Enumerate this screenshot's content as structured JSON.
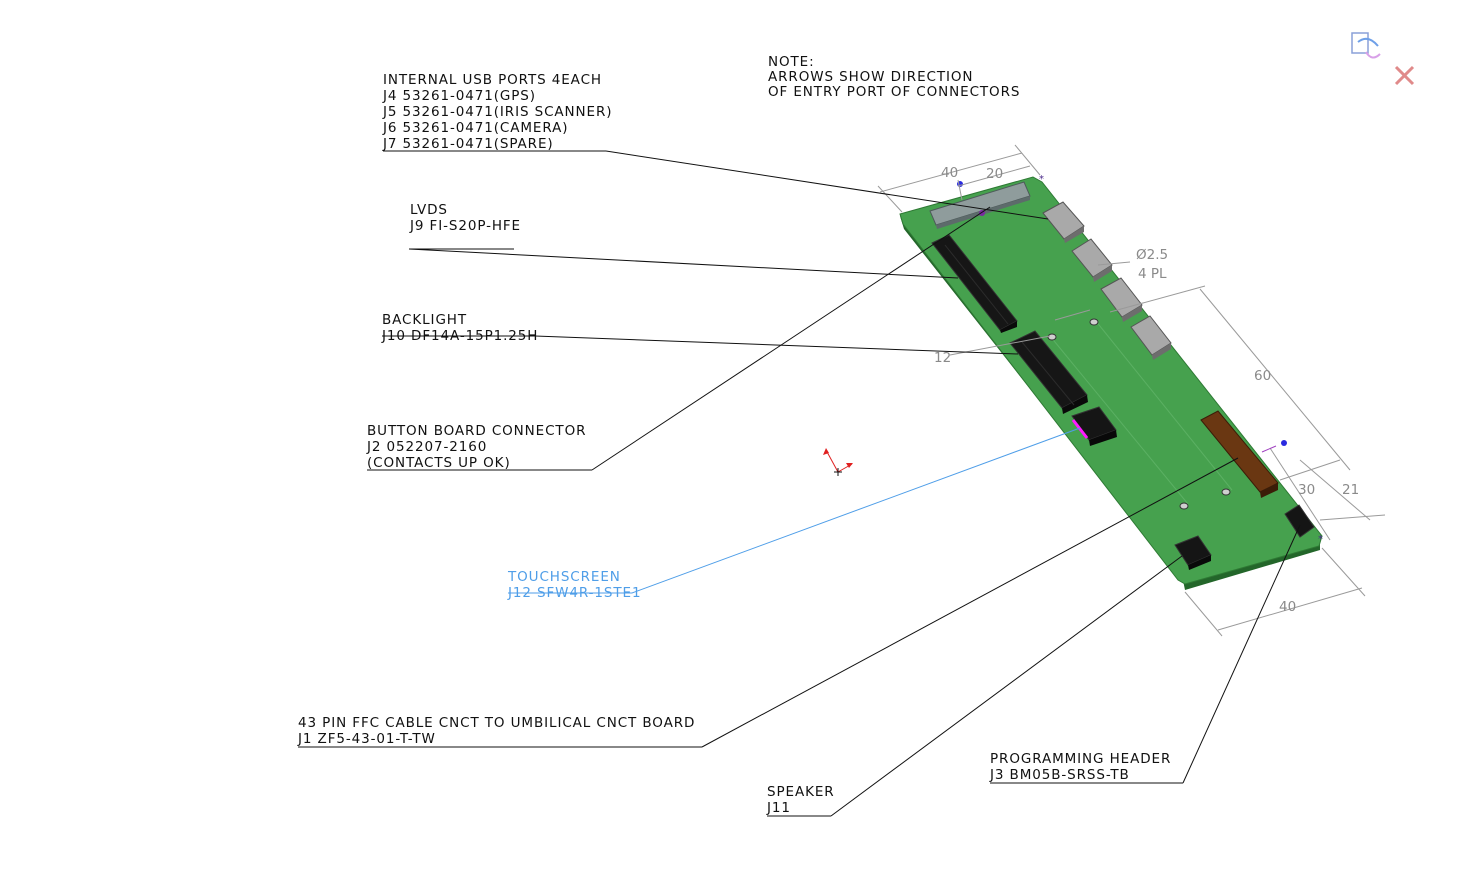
{
  "colors": {
    "board": "#46a14e",
    "board_edge": "#2e7a34",
    "board_shadow": "#23662a",
    "connector_dark": "#151515",
    "connector_gray": "#a9a9a9",
    "connector_brown": "#6a3712",
    "touchscreen_label": "#4f9ee8",
    "dimension": "#8a8a8a"
  },
  "note": {
    "lines": [
      "NOTE:",
      "ARROWS SHOW DIRECTION",
      "OF ENTRY PORT OF CONNECTORS"
    ]
  },
  "callouts": {
    "usb": {
      "lines": [
        "INTERNAL USB PORTS 4EACH",
        "J4 53261-0471(GPS)",
        "J5 53261-0471(IRIS SCANNER)",
        "J6 53261-0471(CAMERA)",
        "J7 53261-0471(SPARE)"
      ]
    },
    "lvds": {
      "lines": [
        "LVDS",
        "J9 FI-S20P-HFE"
      ]
    },
    "backlight": {
      "lines": [
        "BACKLIGHT",
        "J10 DF14A-15P1.25H"
      ]
    },
    "button_board": {
      "lines": [
        "BUTTON BOARD CONNECTOR",
        "J2 052207-2160",
        "(CONTACTS UP OK)"
      ]
    },
    "touchscreen": {
      "lines": [
        "TOUCHSCREEN",
        "J12 SFW4R-1STE1"
      ]
    },
    "ffc": {
      "lines": [
        "43 PIN FFC CABLE CNCT TO UMBILICAL CNCT BOARD",
        "J1 ZF5-43-01-T-TW"
      ]
    },
    "speaker": {
      "lines": [
        "SPEAKER",
        "J11"
      ]
    },
    "programming": {
      "lines": [
        "PROGRAMMING HEADER",
        "J3 BM05B-SRSS-TB"
      ]
    }
  },
  "dimensions": {
    "d40_top": "40",
    "d20_top": "20",
    "hole_dia": "Ø2.5",
    "hole_count": "4 PL",
    "d60": "60",
    "d12": "12",
    "d30": "30",
    "d21": "21",
    "d40_bottom": "40"
  },
  "icons": {
    "toolbar_rebuild": "rebuild-icon",
    "toolbar_close": "close-icon",
    "origin": "coordinate-origin-icon"
  }
}
